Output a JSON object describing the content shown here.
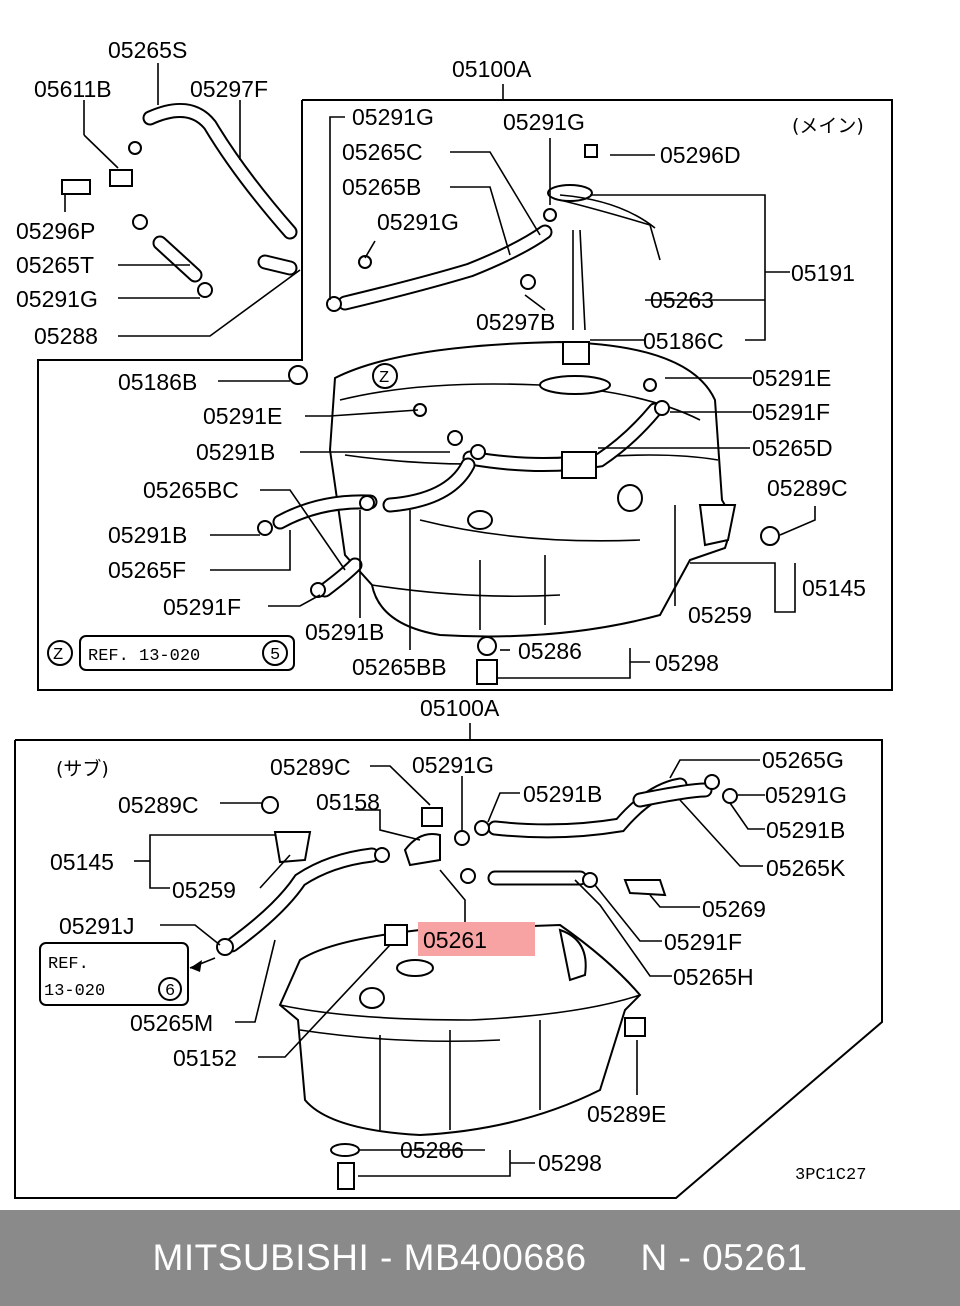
{
  "diagram": {
    "section_main": {
      "title": "05100A",
      "tag": "(メイン)",
      "labels": [
        "05265S",
        "05611B",
        "05297F",
        "05296P",
        "05265T",
        "05291G",
        "05288",
        "05291G",
        "05265C",
        "05265B",
        "05291G",
        "05291G",
        "05296D",
        "05263",
        "05191",
        "05297B",
        "05186C",
        "05186B",
        "05291E",
        "05291E",
        "05291F",
        "05291B",
        "05265D",
        "05265BC",
        "05289C",
        "05291B",
        "05265F",
        "05145",
        "05259",
        "05291F",
        "05291B",
        "05265BB",
        "05286",
        "05298"
      ],
      "ref": {
        "circle": "Z",
        "text": "REF. 13-020",
        "num": "5"
      }
    },
    "section_sub": {
      "title": "05100A",
      "tag": "(サブ)",
      "labels": [
        "05289C",
        "05291G",
        "05265G",
        "05289C",
        "05158",
        "05291B",
        "05291G",
        "05291B",
        "05145",
        "05265K",
        "05259",
        "05269",
        "05291J",
        "05261",
        "05291F",
        "05265H",
        "05265M",
        "05152",
        "05289E",
        "05286",
        "05298"
      ],
      "ref": {
        "line1": "REF.",
        "line2": "13-020",
        "num": "6"
      },
      "highlight": "05261"
    },
    "code": "3PC1C27"
  },
  "footer": {
    "brand": "MITSUBISHI",
    "part_number": "MB400686",
    "position": "N - 05261",
    "text": "MITSUBISHI - MB400686     N - 05261"
  },
  "colors": {
    "highlight": "#f7a3a3",
    "footer_bg": "#8a8a8a",
    "footer_text": "#ffffff"
  }
}
